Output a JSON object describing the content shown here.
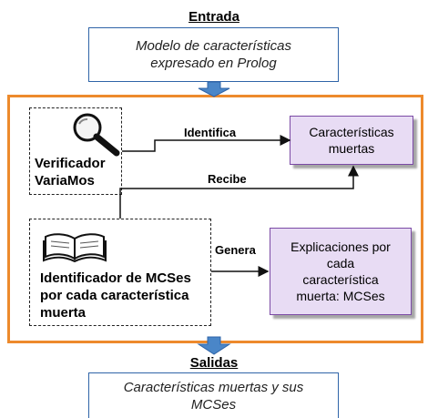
{
  "input": {
    "heading": "Entrada",
    "text": "Modelo de características\nexpresado en Prolog"
  },
  "process": {
    "verifier": {
      "label": "Verificador\nVariaMos",
      "icon": "magnifier-icon"
    },
    "identifier": {
      "label": "Identificador de MCSes\npor cada característica\nmuerta",
      "icon": "open-book-icon"
    },
    "dead_features": "Características\nmuertas",
    "explanations": "Explicaciones por\ncada\ncaracterística\nmuerta: MCSes",
    "edges": {
      "identifies": "Identifica",
      "receives": "Recibe",
      "generates": "Genera"
    }
  },
  "output": {
    "heading": "Salidas",
    "text": "Características muertas  y sus\nMCSes"
  },
  "colors": {
    "frame": "#ed8a2c",
    "io_border": "#2f64a8",
    "flow_arrow": "#4a86c8",
    "purple_fill": "#e8dcf4",
    "purple_border": "#7b4aa5"
  }
}
